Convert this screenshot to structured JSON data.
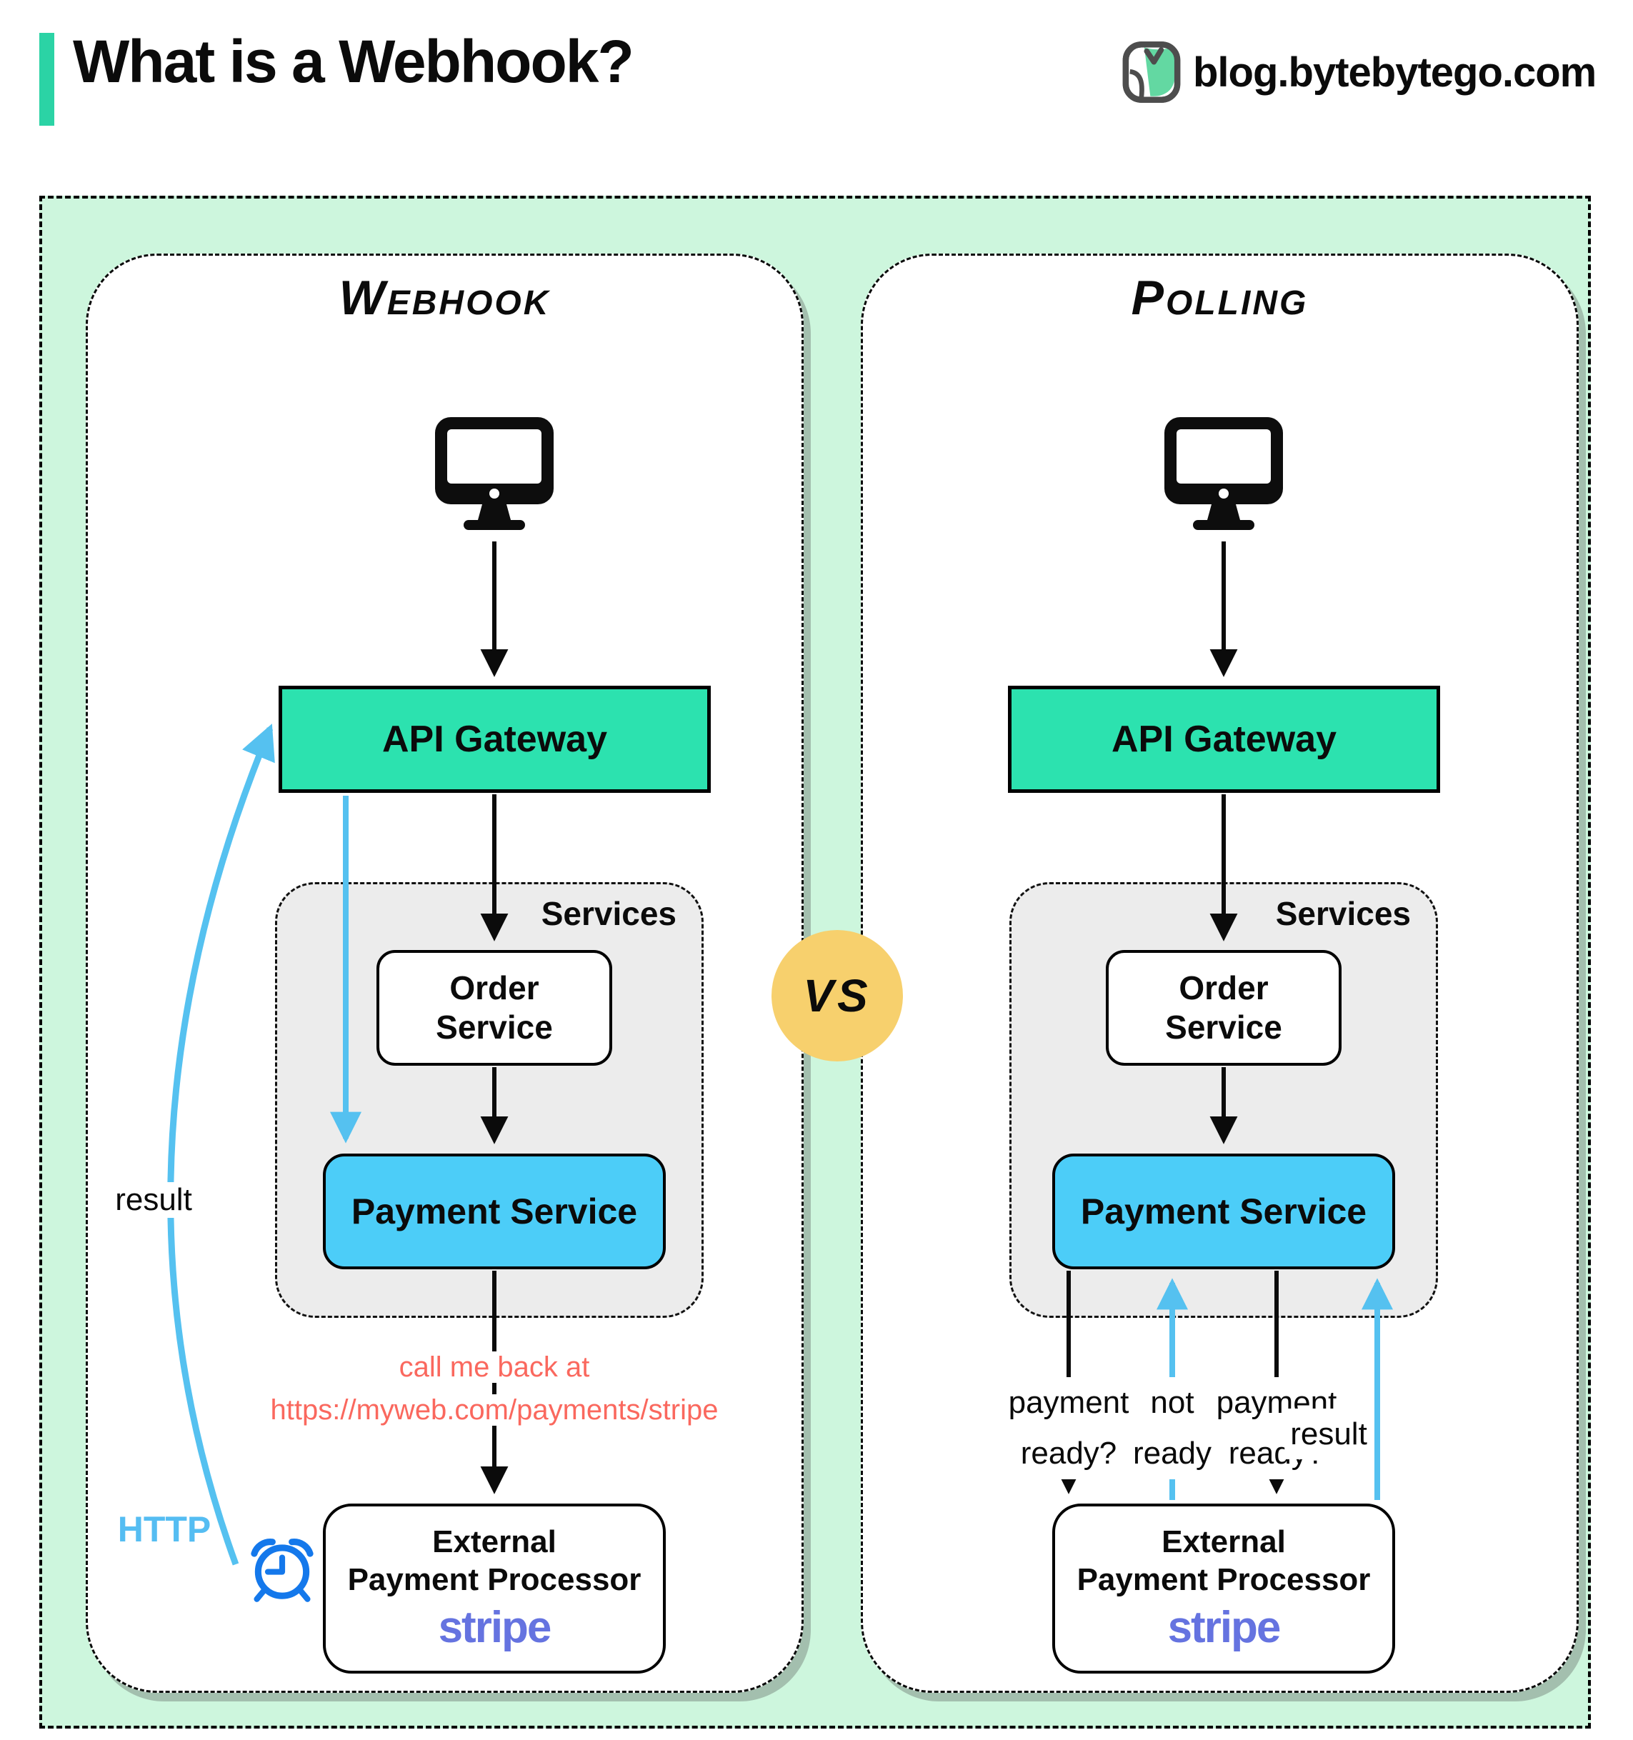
{
  "header": {
    "title": "What is a Webhook?",
    "site": "blog.bytebytego.com"
  },
  "vs_badge": {
    "label": "VS"
  },
  "webhook_panel": {
    "title": "Webhook",
    "api_gateway": "API Gateway",
    "services_label": "Services",
    "order_service_line1": "Order",
    "order_service_line2": "Service",
    "payment_service": "Payment Service",
    "callback_line1": "call me back at",
    "callback_line2": "https://myweb.com/payments/stripe",
    "external_line1": "External",
    "external_line2": "Payment Processor",
    "external_logo": "stripe",
    "result_label": "result",
    "http_label": "HTTP"
  },
  "polling_panel": {
    "title": "Polling",
    "api_gateway": "API Gateway",
    "services_label": "Services",
    "order_service_line1": "Order",
    "order_service_line2": "Service",
    "payment_service": "Payment Service",
    "external_line1": "External",
    "external_line2": "Payment Processor",
    "external_logo": "stripe",
    "ask1_line1": "payment",
    "ask1_line2": "ready?",
    "answer1_line1": "not",
    "answer1_line2": "ready",
    "ask2_line1": "payment",
    "ask2_line2": "ready?",
    "result_label": "result"
  },
  "colors": {
    "accent_teal": "#2bd3a5",
    "mint_background": "#cdf6dd",
    "gateway_teal": "#2ce2af",
    "payment_blue": "#4ccdf8",
    "services_gray": "#ececec",
    "vs_yellow": "#f7d06d",
    "callback_red": "#fa685e",
    "arrow_light_blue": "#55c1f0",
    "alarm_blue": "#1478eb",
    "stripe_purple": "#6573e0"
  }
}
